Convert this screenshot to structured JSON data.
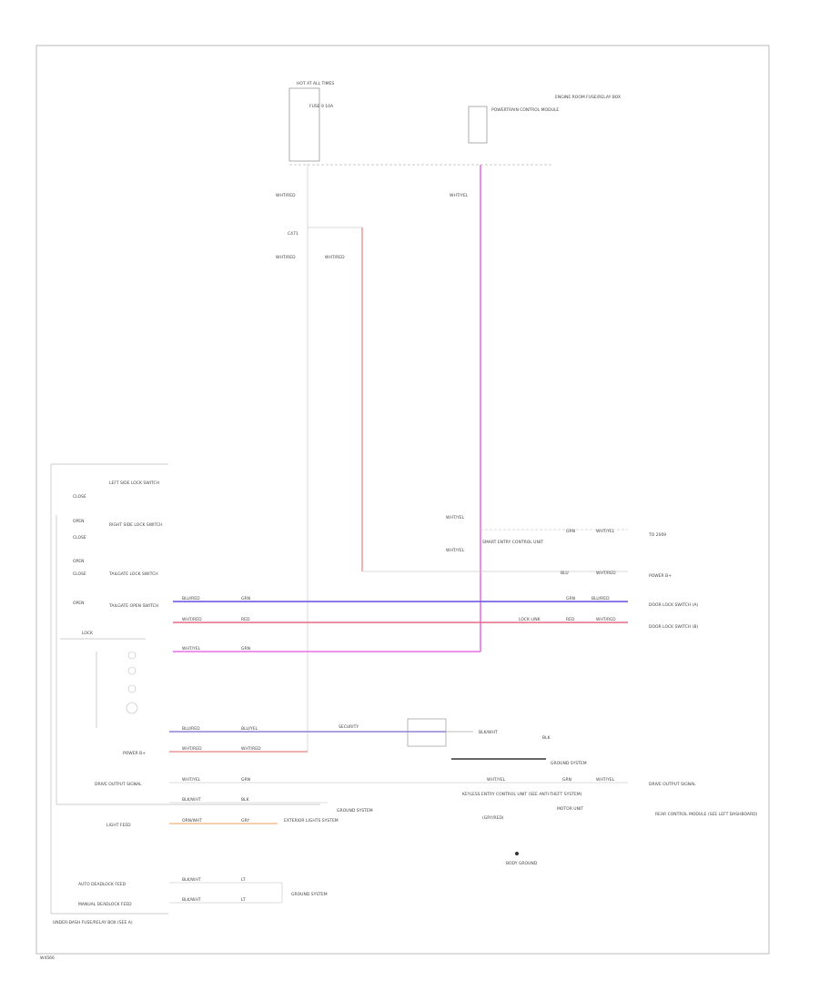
{
  "diagram": {
    "code": "W4566",
    "top_fuse": {
      "box": "HOT AT ALL TIMES",
      "fuse": "FUSE 9 10A"
    },
    "engine_room_fuse_box": "ENGINE ROOM FUSE/RELAY BOX",
    "ecu": "POWERTRAIN CONTROL MODULE",
    "under_dash_fuse_box": "UNDER-DASH FUSE/RELAY BOX",
    "wire_labels": {
      "wht_red_1": "WHT/RED",
      "wht_red_2": "WHT/RED",
      "wht_red_3": "WHT/RED",
      "wht_yel": "WHT/YEL",
      "splice": "C471"
    },
    "mid_block": {
      "title": "SMART ENTRY CONTROL UNIT",
      "pin_a": "WHT/YEL",
      "pin_b": "WHT/YEL",
      "out1": "GRN",
      "out1b": "WHT/YEL",
      "out1_dest": "TO 2009",
      "out2": "BLU",
      "out2b": "WHT/RED",
      "out2_dest": "POWER B+"
    },
    "bus": {
      "blue_label": "BLU/RED",
      "blue_code": "GRN",
      "blue_right_code": "GRN",
      "blue_right2": "BLU/RED",
      "blue_dest": "DOOR LOCK SWITCH (A)",
      "red_label": "WHT/RED",
      "red_code": "RED",
      "red_right_code": "RED",
      "red_right2": "WHT/RED",
      "red_right3": "LOCK LINK",
      "red_dest": "DOOR LOCK SWITCH (B)",
      "mag_label": "WHT/YEL",
      "mag_code": "GRN"
    },
    "left_switches": {
      "s1": "LEFT SIDE LOCK SWITCH",
      "s2": "RIGHT SIDE LOCK SWITCH",
      "s3": "TAILGATE LOCK SWITCH",
      "s4": "TAILGATE OPEN SWITCH",
      "close": "CLOSE",
      "open": "OPEN",
      "lock": "LOCK"
    },
    "lower": {
      "blue_left": "BLU/RED",
      "blue_code": "BLU/YEL",
      "blue_mid": "SECURITY",
      "red_left": "POWER B+",
      "red_label": "WHT/RED",
      "red_code": "WHT/RED",
      "drive_left": "DRIVE OUTPUT SIGNAL",
      "drive_a": "WHT/YEL",
      "drive_b": "GRN",
      "drive_c": "WHT/YEL",
      "drive_d": "GRN",
      "drive_e": "WHT/YEL",
      "drive_dest": "DRIVE OUTPUT SIGNAL",
      "blk1": "BLK/WHT",
      "blk1b": "BLK",
      "blk1_dest": "GROUND SYSTEM",
      "light_left": "LIGHT FEED",
      "light_a": "ORN/WHT",
      "light_b": "GRY",
      "light_dest": "EXTERIOR LIGHTS SYSTEM",
      "auto_left": "AUTO DEADLOCK FEED",
      "auto_a": "BLK/WHT",
      "auto_b": "LT",
      "ret_left": "MANUAL DEADLOCK FEED",
      "ret_a": "BLK/WHT",
      "ret_b": "LT",
      "end_dest": "GROUND SYSTEM",
      "dash_box": "UNDER-DASH FUSE/RELAY BOX (SEE A)",
      "right_box": "REAR CONTROL MODULE (SEE LEFT DASHBOARD)",
      "center_block": "KEYLESS ENTRY CONTROL UNIT (SEE ANTI-THEFT SYSTEM)",
      "center_block2": "(GRY/RED)",
      "mid_ctrl": "MOTOR UNIT",
      "ground": "BODY GROUND"
    }
  }
}
